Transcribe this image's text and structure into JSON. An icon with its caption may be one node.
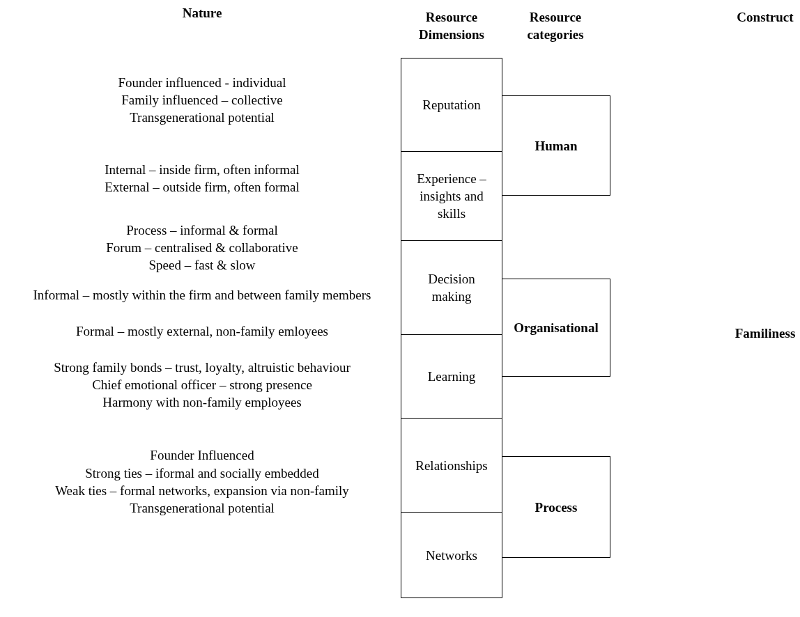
{
  "diagram": {
    "nodes": [
      {
        "text": [
          "Reputation"
        ]
      },
      {
        "text": [
          "Experience – insights and skills"
        ]
      },
      {
        "text": [
          "Decision making"
        ]
      },
      {
        "text": [
          "Learning"
        ]
      },
      {
        "text": [
          "Relationships"
        ]
      },
      {
        "text": [
          "Networks"
        ]
      },
      {
        "text": [
          "Human"
        ]
      },
      {
        "text": [
          "Organisational"
        ]
      },
      {
        "text": [
          "Process"
        ]
      }
    ],
    "edges": [],
    "labels": [
      "Nature",
      "Resource Dimensions",
      "Resource categories",
      "Construct",
      "Founder influenced - individual",
      "Family influenced – collective",
      "Transgenerational potential",
      "Internal – inside firm, often informal",
      "External – outside firm, often formal",
      "Process – informal & formal",
      "Forum – centralised & collaborative",
      "Speed – fast & slow",
      "Informal – mostly within the firm and between family members",
      "Formal – mostly external, non-family emloyees",
      "Familiness",
      "Strong family bonds – trust, loyalty, altruistic behaviour",
      "Chief emotional officer – strong presence",
      "Harmony with non-family employees",
      "Founder Influenced",
      "Strong ties – iformal and socially embedded",
      "Weak ties – formal networks, expansion via non-family",
      "Transgenerational potential"
    ]
  }
}
